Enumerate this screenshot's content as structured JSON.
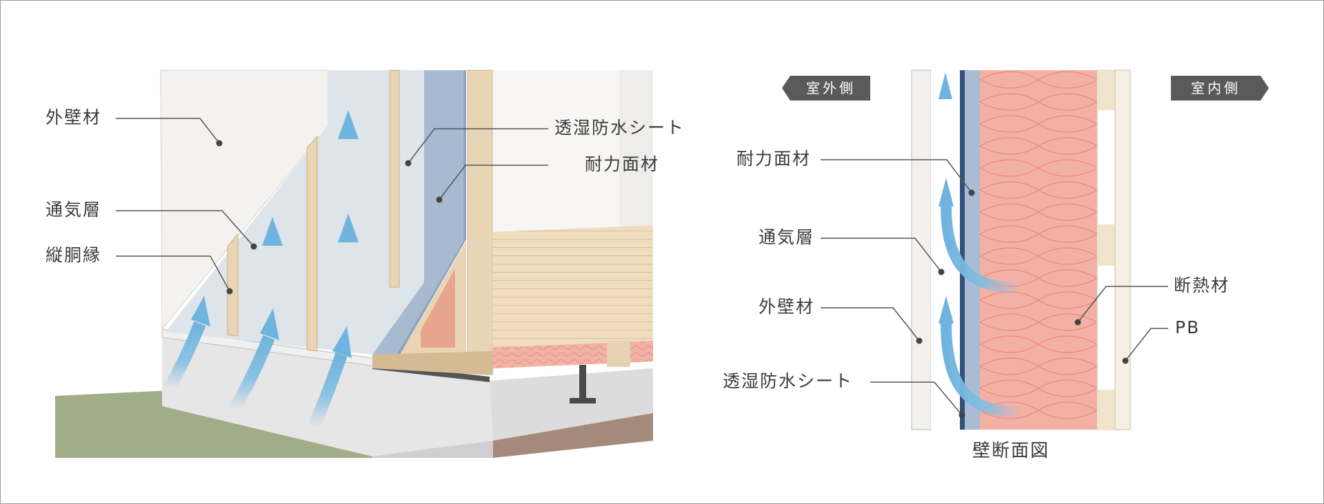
{
  "left_diagram": {
    "labels": {
      "exterior_wall": "外壁材",
      "air_layer": "通気層",
      "vertical_furring": "縦胴縁",
      "membrane": "透湿防水シート",
      "structural_panel": "耐力面材"
    }
  },
  "right_diagram": {
    "outside_tag": "室外側",
    "inside_tag": "室内側",
    "labels": {
      "structural_panel": "耐力面材",
      "air_layer": "通気層",
      "exterior_wall": "外壁材",
      "membrane": "透湿防水シート",
      "insulation": "断熱材",
      "plasterboard": "PB"
    },
    "caption": "壁断面図"
  },
  "colors": {
    "ground": "#a0ad86",
    "foundation": "#e5e5e5",
    "siding": "#f4f2ef",
    "air_layer": "#dde4ea",
    "membrane": "#a8bad0",
    "wood": "#e8d5b5",
    "insulation": "#f2b0a4",
    "arrow": "#7fbde2",
    "tag": "#5a5a5a"
  }
}
